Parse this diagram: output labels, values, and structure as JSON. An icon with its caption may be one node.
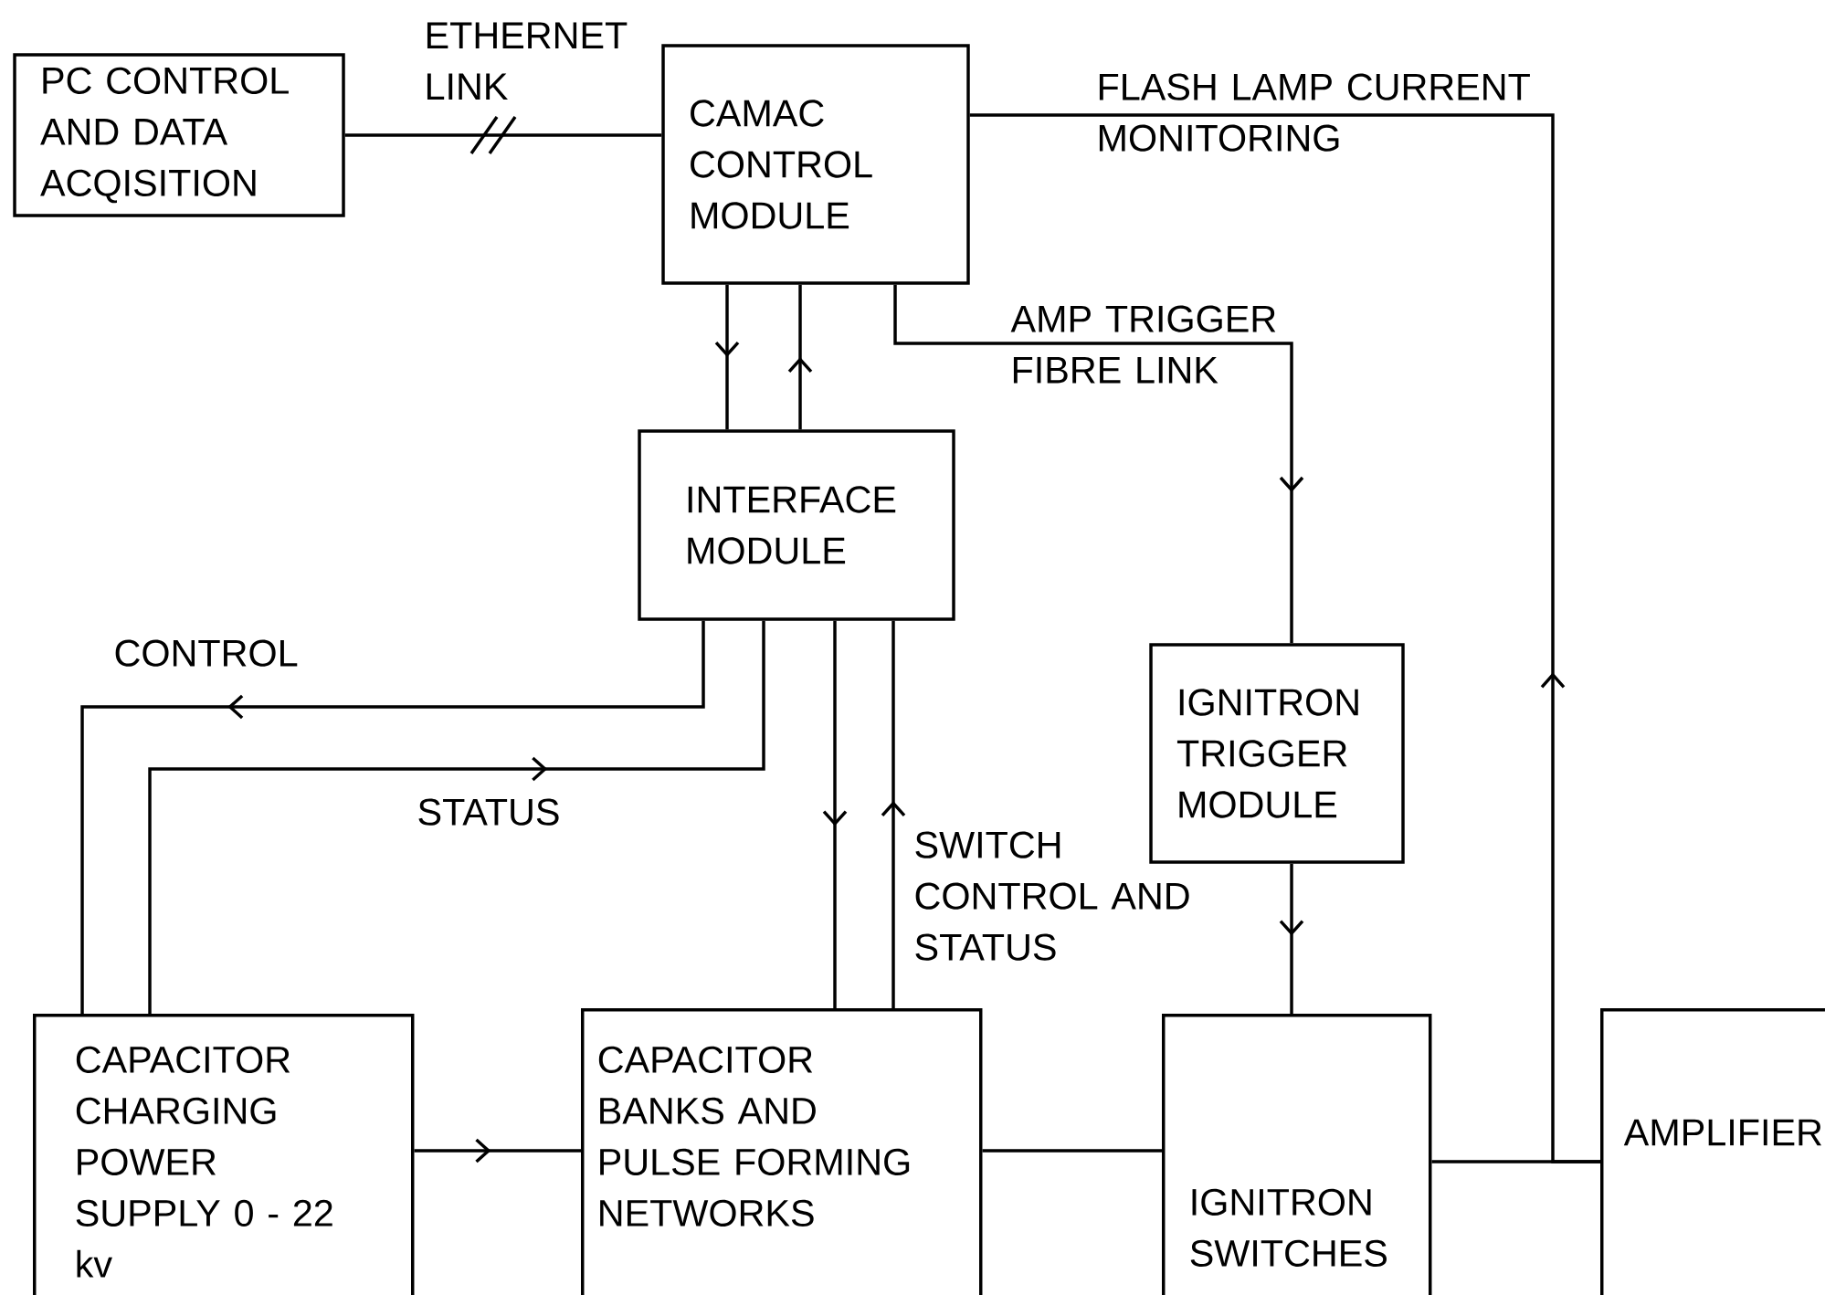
{
  "diagram": {
    "nodes": [
      {
        "text": [
          "PC CONTROL AND DATA ACQISITION"
        ]
      },
      {
        "text": [
          "CAMAC CONTROL MODULE"
        ]
      },
      {
        "text": [
          "INTERFACE MODULE"
        ]
      },
      {
        "text": [
          "IGNITRON TRIGGER MODULE"
        ]
      },
      {
        "text": [
          "CAPACITOR CHARGING POWER SUPPLY 0 - 22 kv"
        ]
      },
      {
        "text": [
          "CAPACITOR BANKS AND PULSE FORMING NETWORKS"
        ]
      },
      {
        "text": [
          "IGNITRON SWITCHES"
        ]
      },
      {
        "text": [
          "AMPLIFIER"
        ]
      }
    ],
    "edges": [
      {
        "from": 0,
        "to": 1,
        "arrow": "none",
        "label": "ETHERNET LINK"
      },
      {
        "from": 7,
        "to": 1,
        "arrow": "to",
        "label": "FLASH LAMP CURRENT MONITORING"
      },
      {
        "from": 1,
        "to": 2,
        "arrow": "to"
      },
      {
        "from": 2,
        "to": 1,
        "arrow": "to"
      },
      {
        "from": 1,
        "to": 3,
        "arrow": "to",
        "label": "AMP TRIGGER FIBRE LINK"
      },
      {
        "from": 2,
        "to": 4,
        "arrow": "to",
        "label": "CONTROL"
      },
      {
        "from": 4,
        "to": 2,
        "arrow": "to",
        "label": "STATUS"
      },
      {
        "from": 2,
        "to": 5,
        "arrow": "to"
      },
      {
        "from": 5,
        "to": 2,
        "arrow": "to",
        "label": "SWITCH CONTROL AND STATUS"
      },
      {
        "from": 3,
        "to": 6,
        "arrow": "to"
      },
      {
        "from": 4,
        "to": 5,
        "arrow": "to"
      },
      {
        "from": 5,
        "to": 6,
        "arrow": "none"
      },
      {
        "from": 6,
        "to": 7,
        "arrow": "none"
      }
    ]
  }
}
